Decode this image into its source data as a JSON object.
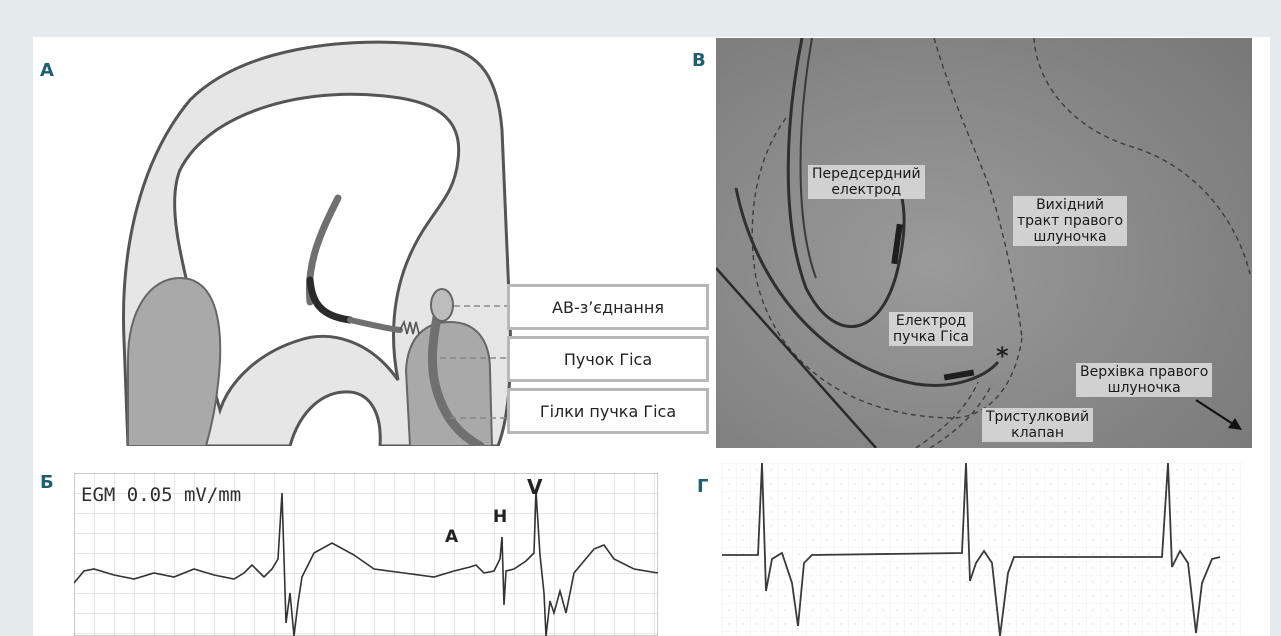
{
  "panels": {
    "a": {
      "letter": "А",
      "labels": {
        "av_junction": "АВ-з’єднання",
        "his_bundle": "Пучок Гіса",
        "his_branches": "Гілки пучка Гіса"
      }
    },
    "b": {
      "letter": "Б",
      "egm_header": "EGM 0.05 mV/mm",
      "markers": {
        "a": "A",
        "h": "H",
        "v": "V"
      }
    },
    "v": {
      "letter": "В",
      "labels": {
        "atrial_lead": "Передсердний\nелектрод",
        "rvot": "Вихідний\nтракт правого\nшлуночка",
        "his_lead": "Електрод\nпучка Гіса",
        "asterisk": "*",
        "rv_apex": "Верхівка правого\nшлуночка",
        "tricuspid": "Тристулковий\nклапан"
      }
    },
    "g": {
      "letter": "Г"
    }
  },
  "colors": {
    "background": "#e5eaed",
    "accent": "#1f5f73",
    "heart_wall": "#555555",
    "heart_fill": "#e3e3e3",
    "chamber_fill": "#a9a9a9",
    "grid": "#b9b9b9",
    "trace": "#333333"
  }
}
